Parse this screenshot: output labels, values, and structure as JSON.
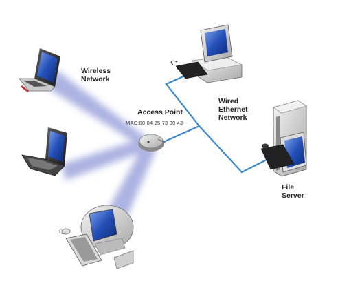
{
  "labels": {
    "wireless_network": [
      "Wireless",
      "Network"
    ],
    "access_point": "Access Point",
    "mac": "MAC:00 04 25 73 00 43",
    "wired_network": [
      "Wired",
      "Ethernet",
      "Network"
    ],
    "file_server": [
      "File",
      "Server"
    ]
  },
  "colors": {
    "ethernet_cable": "#3a86c8",
    "wireless_signal": "#9fa6dd",
    "screen": "#2450b8"
  },
  "icons": {
    "laptop_top": "laptop-icon",
    "laptop_middle": "laptop-icon",
    "imac": "desktop-computer-icon",
    "access_point": "wireless-access-point-icon",
    "wired_desktop": "desktop-computer-icon",
    "file_server": "server-tower-icon"
  }
}
